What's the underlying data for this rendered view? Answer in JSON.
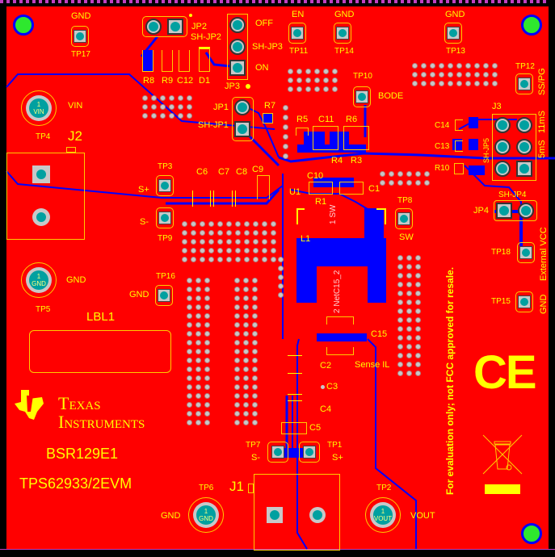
{
  "board": {
    "name": "BSR129E1",
    "model": "TPS62933/2EVM",
    "manufacturer_line1": "Texas",
    "manufacturer_line2": "Instruments",
    "disclaimer": "For evaluation only; not FCC approved for resale.",
    "ce_mark": "CE",
    "colors": {
      "copper_top": "#ff0000",
      "copper_bottom": "#0000ff",
      "silkscreen": "#ffff00",
      "pad": "#c8c8c8",
      "drill": "#00a0a0",
      "fiducial": "#2ee82e"
    }
  },
  "test_points": [
    {
      "id": "TP17",
      "label": "GND"
    },
    {
      "id": "TP11",
      "label": "EN"
    },
    {
      "id": "TP14",
      "label": "GND"
    },
    {
      "id": "TP13",
      "label": "GND"
    },
    {
      "id": "TP12",
      "label": "SS/PG"
    },
    {
      "id": "TP10",
      "label": "BODE"
    },
    {
      "id": "TP3",
      "label": "S+"
    },
    {
      "id": "TP9",
      "label": "S-"
    },
    {
      "id": "TP8",
      "label": "SW"
    },
    {
      "id": "TP16",
      "label": "GND"
    },
    {
      "id": "TP18",
      "label": "External VCC"
    },
    {
      "id": "TP15",
      "label": "GND"
    },
    {
      "id": "TP7",
      "label": "S-"
    },
    {
      "id": "TP1",
      "label": "S+"
    }
  ],
  "terminals": [
    {
      "id": "TP4",
      "pin": "1",
      "net": "VIN",
      "label": "VIN"
    },
    {
      "id": "TP5",
      "pin": "1",
      "net": "GND",
      "label": "GND"
    },
    {
      "id": "TP6",
      "pin": "1",
      "net": "GND",
      "label": "GND"
    },
    {
      "id": "TP2",
      "pin": "1",
      "net": "VOUT",
      "label": "VOUT"
    }
  ],
  "connectors": {
    "j1": "J1",
    "j2": "J2",
    "j3": "J3"
  },
  "jumpers": {
    "jp1": "JP1",
    "sh_jp1": "SH-JP1",
    "jp2": "JP2",
    "sh_jp2": "SH-JP2",
    "jp3": "JP3",
    "sh_jp3": "SH-JP3",
    "jp3_off": "OFF",
    "jp3_on": "ON",
    "jp4": "JP4",
    "sh_jp4": "SH-JP4",
    "sh_jp5": "SH-JP5",
    "j3_opt1": "11mS",
    "j3_opt2": "5mS"
  },
  "components": {
    "r1": "R1",
    "r3": "R3",
    "r4": "R4",
    "r5": "R5",
    "r6": "R6",
    "r7": "R7",
    "r8": "R8",
    "r9": "R9",
    "r10": "R10",
    "c1": "C1",
    "c2": "C2",
    "c3": "C3",
    "c4": "C4",
    "c5": "C5",
    "c6": "C6",
    "c7": "C7",
    "c8": "C8",
    "c9": "C9",
    "c10": "C10",
    "c11": "C11",
    "c12": "C12",
    "c13": "C13",
    "c14": "C14",
    "c15": "C15",
    "d1": "D1",
    "u1": "U1",
    "l1": "L1",
    "lbl1": "LBL1"
  },
  "nets": {
    "sw_pin": "1",
    "sw_name": "SW",
    "netc15_pin": "2",
    "netc15_name": "NetC15_2",
    "sense_il": "Sense IL"
  }
}
